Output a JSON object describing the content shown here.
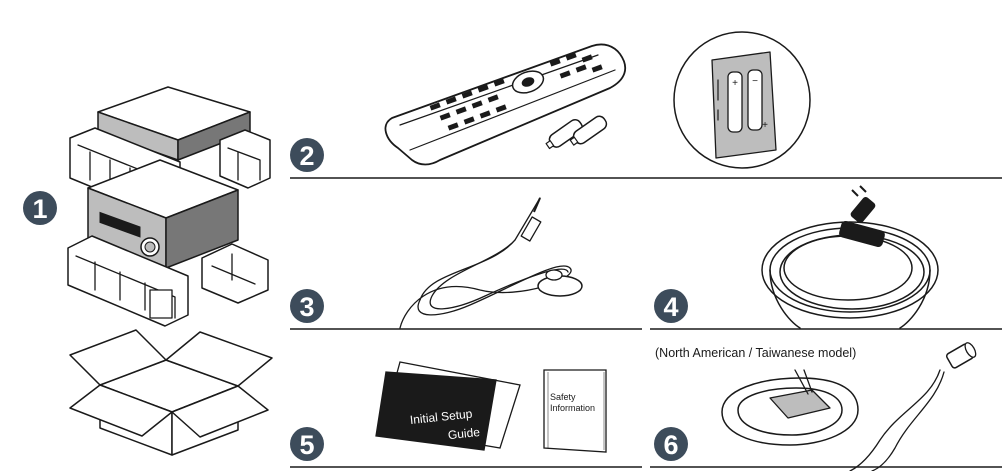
{
  "steps": {
    "s1": "1",
    "s2": "2",
    "s3": "3",
    "s4": "4",
    "s5": "5",
    "s6": "6"
  },
  "guide_booklet": {
    "line1": "Initial Setup",
    "line2": "Guide"
  },
  "safety_sheet": {
    "line1": "Safety",
    "line2": "Information"
  },
  "antenna_note": "(North American / Taiwanese model)",
  "colors": {
    "badge": "#3d4c5b",
    "rule": "#1a1a1a"
  }
}
